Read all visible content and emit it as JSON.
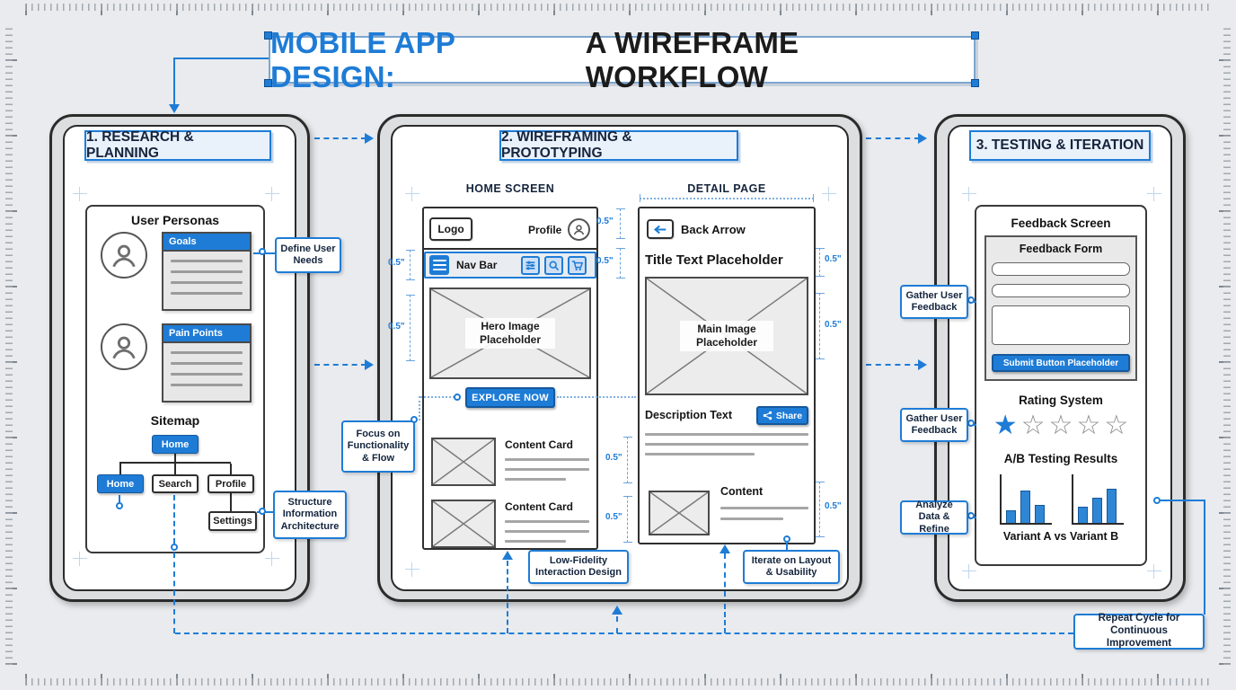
{
  "accent_color": "#1e7cd6",
  "measure_label": "0.5\"",
  "title": {
    "highlight": "MOBILE APP DESIGN:",
    "rest": "A WIREFRAME WORKFLOW"
  },
  "panel1": {
    "header": "1. RESEARCH & PLANNING",
    "personas_title": "User Personas",
    "card_goals": "Goals",
    "card_pain": "Pain Points",
    "sitemap_title": "Sitemap",
    "root": "Home",
    "child_home": "Home",
    "child_search": "Search",
    "child_profile": "Profile",
    "child_settings": "Settings",
    "callout_define": "Define User Needs",
    "callout_structure": "Structure Information Architecture"
  },
  "panel2": {
    "header": "2. WIREFRAMING & PROTOTYPING",
    "home_screen_label": "HOME SCREEN",
    "detail_page_label": "DETAIL PAGE",
    "logo": "Logo",
    "profile": "Profile",
    "nav_bar": "Nav Bar",
    "hero_placeholder": "Hero Image Placeholder",
    "explore_button": "EXPLORE NOW",
    "content_card": "Content Card",
    "back_arrow": "Back Arrow",
    "title_placeholder": "Title Text Placeholder",
    "main_image_placeholder": "Main Image Placeholder",
    "description_text": "Description Text",
    "share_button": "Share",
    "content": "Content",
    "callout_focus": "Focus on Functionality & Flow",
    "callout_lowfi": "Low-Fidelity Interaction Design",
    "callout_iterate": "Iterate on Layout & Usability"
  },
  "panel3": {
    "header": "3. TESTING & ITERATION",
    "feedback_screen": "Feedback Screen",
    "feedback_form": "Feedback Form",
    "submit_button": "Submit Button Placeholder",
    "rating_title": "Rating System",
    "rating": {
      "filled": 1,
      "total": 5
    },
    "ab_title": "A/B Testing Results",
    "variants_label": "Variant A vs Variant B",
    "variant_a_bars": [
      14,
      36,
      20
    ],
    "variant_b_bars": [
      18,
      28,
      38
    ],
    "callout_feedback": "Gather User Feedback",
    "callout_analyze": "Analyze Data & Refine"
  },
  "footer": {
    "repeat_cycle": "Repeat Cycle for Continuous Improvement"
  }
}
